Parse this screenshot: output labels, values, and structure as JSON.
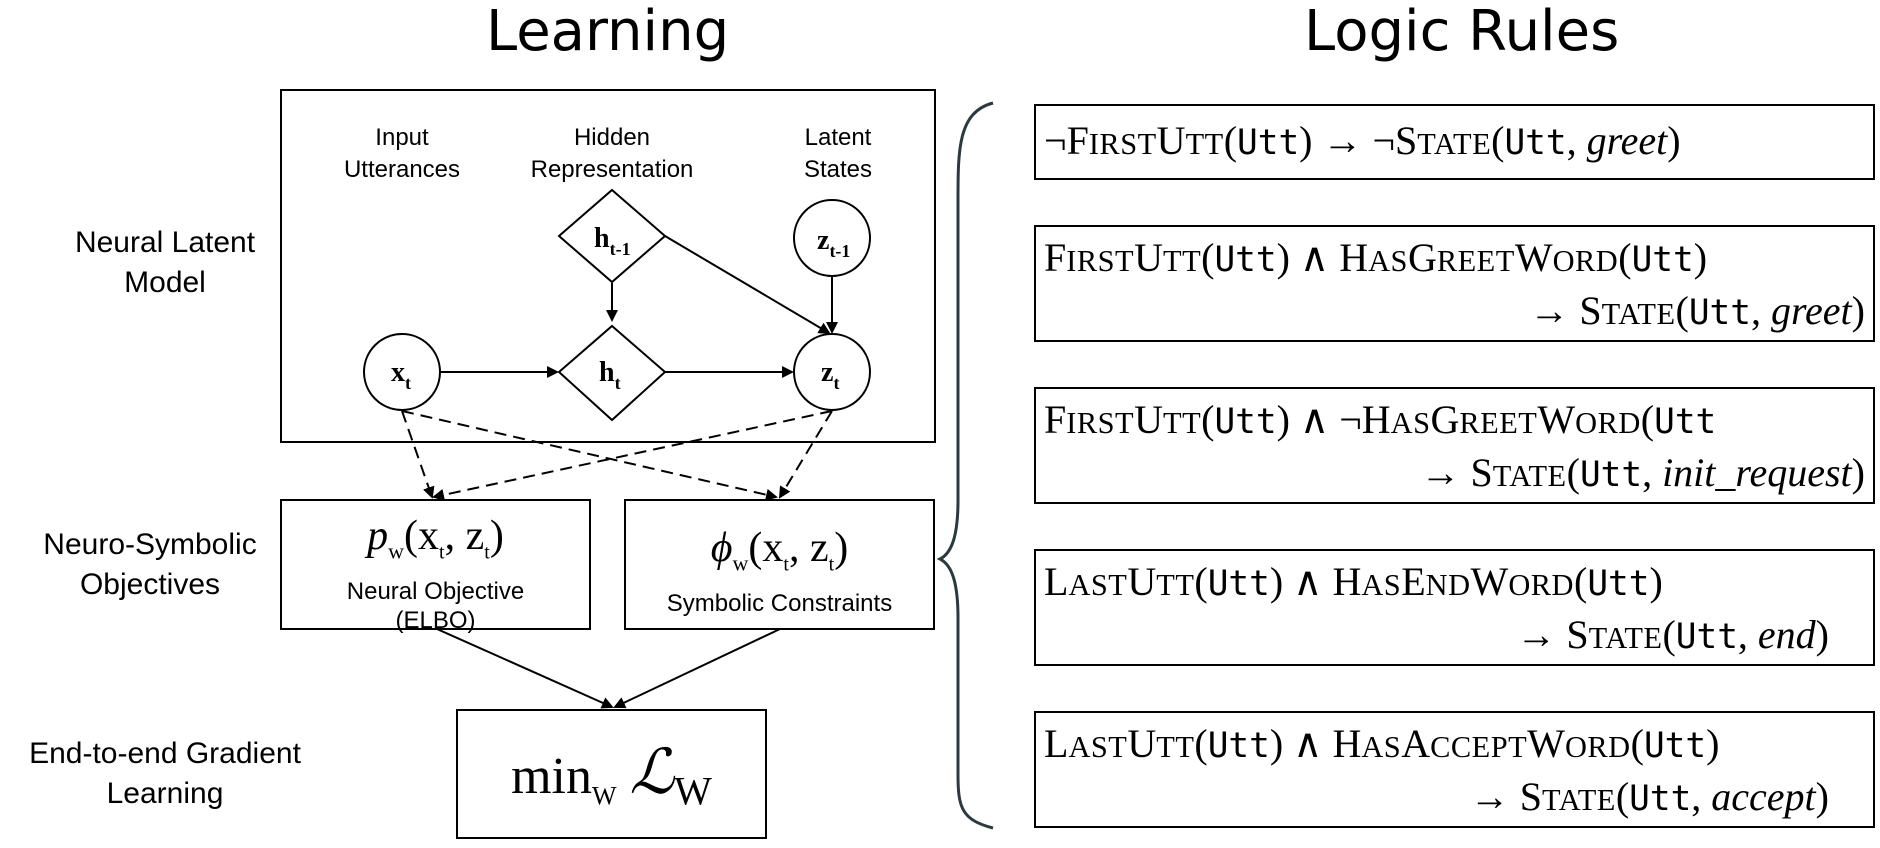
{
  "headers": {
    "learning": "Learning",
    "logic_rules": "Logic Rules"
  },
  "row_labels": {
    "neural_latent": [
      "Neural Latent",
      "Model"
    ],
    "neuro_symbolic": [
      "Neuro-Symbolic",
      "Objectives"
    ],
    "end_to_end": [
      "End-to-end Gradient",
      "Learning"
    ]
  },
  "columns": {
    "input": [
      "Input",
      "Utterances"
    ],
    "hidden": [
      "Hidden",
      "Representation"
    ],
    "latent": [
      "Latent",
      "States"
    ]
  },
  "nodes": {
    "h_prev": {
      "base": "h",
      "sub": "t-1"
    },
    "z_prev": {
      "base": "z",
      "sub": "t-1"
    },
    "x_t": {
      "base": "x",
      "sub": "t"
    },
    "h_t": {
      "base": "h",
      "sub": "t"
    },
    "z_t": {
      "base": "z",
      "sub": "t"
    }
  },
  "objectives": {
    "neural": {
      "func": "p",
      "sub": "w",
      "args": "(x",
      "t1": "t",
      "mid": ", z",
      "t2": "t",
      "close": ")",
      "caption": [
        "Neural Objective",
        "(ELBO)"
      ]
    },
    "symbolic": {
      "func": "ϕ",
      "sub": "w",
      "args": "(x",
      "t1": "t",
      "mid": ", z",
      "t2": "t",
      "close": ")",
      "caption": [
        "Symbolic Constraints"
      ]
    }
  },
  "loss": {
    "min": "min",
    "min_sub": "W",
    "symbol": "ℒ",
    "symbol_sub": "W"
  },
  "rules": [
    {
      "line1": [
        {
          "t": "¬"
        },
        {
          "t": "F",
          "c": "sc-big"
        },
        {
          "t": "IRST",
          "c": "sc-small"
        },
        {
          "t": "U",
          "c": "sc-big"
        },
        {
          "t": "TT",
          "c": "sc-small"
        },
        {
          "t": "("
        },
        {
          "t": "Utt",
          "c": "mono"
        },
        {
          "t": ") → ¬"
        },
        {
          "t": "S",
          "c": "sc-big"
        },
        {
          "t": "TATE",
          "c": "sc-small"
        },
        {
          "t": "("
        },
        {
          "t": "Utt",
          "c": "mono"
        },
        {
          "t": ", "
        },
        {
          "t": "greet",
          "c": "it"
        },
        {
          "t": ")"
        }
      ],
      "line2": []
    },
    {
      "line1": [
        {
          "t": "F",
          "c": "sc-big"
        },
        {
          "t": "IRST",
          "c": "sc-small"
        },
        {
          "t": "U",
          "c": "sc-big"
        },
        {
          "t": "TT",
          "c": "sc-small"
        },
        {
          "t": "("
        },
        {
          "t": "Utt",
          "c": "mono"
        },
        {
          "t": ") ∧ "
        },
        {
          "t": "H",
          "c": "sc-big"
        },
        {
          "t": "AS",
          "c": "sc-small"
        },
        {
          "t": "G",
          "c": "sc-big"
        },
        {
          "t": "REET",
          "c": "sc-small"
        },
        {
          "t": "W",
          "c": "sc-big"
        },
        {
          "t": "ORD",
          "c": "sc-small"
        },
        {
          "t": "("
        },
        {
          "t": "Utt",
          "c": "mono"
        },
        {
          "t": ")"
        }
      ],
      "line2": [
        {
          "t": "→ "
        },
        {
          "t": "S",
          "c": "sc-big"
        },
        {
          "t": "TATE",
          "c": "sc-small"
        },
        {
          "t": "("
        },
        {
          "t": "Utt",
          "c": "mono"
        },
        {
          "t": ", "
        },
        {
          "t": "greet",
          "c": "it"
        },
        {
          "t": ")"
        }
      ]
    },
    {
      "line1": [
        {
          "t": "F",
          "c": "sc-big"
        },
        {
          "t": "IRST",
          "c": "sc-small"
        },
        {
          "t": "U",
          "c": "sc-big"
        },
        {
          "t": "TT",
          "c": "sc-small"
        },
        {
          "t": "("
        },
        {
          "t": "Utt",
          "c": "mono"
        },
        {
          "t": ") ∧ ¬"
        },
        {
          "t": "H",
          "c": "sc-big"
        },
        {
          "t": "AS",
          "c": "sc-small"
        },
        {
          "t": "G",
          "c": "sc-big"
        },
        {
          "t": "REET",
          "c": "sc-small"
        },
        {
          "t": "W",
          "c": "sc-big"
        },
        {
          "t": "ORD",
          "c": "sc-small"
        },
        {
          "t": "("
        },
        {
          "t": "Utt",
          "c": "mono"
        }
      ],
      "line2": [
        {
          "t": "→ "
        },
        {
          "t": "S",
          "c": "sc-big"
        },
        {
          "t": "TATE",
          "c": "sc-small"
        },
        {
          "t": "("
        },
        {
          "t": "Utt",
          "c": "mono"
        },
        {
          "t": ", "
        },
        {
          "t": "init_request",
          "c": "it"
        },
        {
          "t": ")"
        }
      ]
    },
    {
      "line1": [
        {
          "t": "L",
          "c": "sc-big"
        },
        {
          "t": "AST",
          "c": "sc-small"
        },
        {
          "t": "U",
          "c": "sc-big"
        },
        {
          "t": "TT",
          "c": "sc-small"
        },
        {
          "t": "("
        },
        {
          "t": "Utt",
          "c": "mono"
        },
        {
          "t": ") ∧ "
        },
        {
          "t": "H",
          "c": "sc-big"
        },
        {
          "t": "AS",
          "c": "sc-small"
        },
        {
          "t": "E",
          "c": "sc-big"
        },
        {
          "t": "ND",
          "c": "sc-small"
        },
        {
          "t": "W",
          "c": "sc-big"
        },
        {
          "t": "ORD",
          "c": "sc-small"
        },
        {
          "t": "("
        },
        {
          "t": "Utt",
          "c": "mono"
        },
        {
          "t": ")"
        }
      ],
      "line2": [
        {
          "t": "→ "
        },
        {
          "t": "S",
          "c": "sc-big"
        },
        {
          "t": "TATE",
          "c": "sc-small"
        },
        {
          "t": "("
        },
        {
          "t": "Utt",
          "c": "mono"
        },
        {
          "t": ", "
        },
        {
          "t": "end",
          "c": "it"
        },
        {
          "t": ")"
        }
      ]
    },
    {
      "line1": [
        {
          "t": "L",
          "c": "sc-big"
        },
        {
          "t": "AST",
          "c": "sc-small"
        },
        {
          "t": "U",
          "c": "sc-big"
        },
        {
          "t": "TT",
          "c": "sc-small"
        },
        {
          "t": "("
        },
        {
          "t": "Utt",
          "c": "mono"
        },
        {
          "t": ") ∧ "
        },
        {
          "t": "H",
          "c": "sc-big"
        },
        {
          "t": "AS",
          "c": "sc-small"
        },
        {
          "t": "A",
          "c": "sc-big"
        },
        {
          "t": "CCEPT",
          "c": "sc-small"
        },
        {
          "t": "W",
          "c": "sc-big"
        },
        {
          "t": "ORD",
          "c": "sc-small"
        },
        {
          "t": "("
        },
        {
          "t": "Utt",
          "c": "mono"
        },
        {
          "t": ")"
        }
      ],
      "line2": [
        {
          "t": "→ "
        },
        {
          "t": "S",
          "c": "sc-big"
        },
        {
          "t": "TATE",
          "c": "sc-small"
        },
        {
          "t": "("
        },
        {
          "t": "Utt",
          "c": "mono"
        },
        {
          "t": ", "
        },
        {
          "t": "accept",
          "c": "it"
        },
        {
          "t": ")"
        }
      ]
    }
  ]
}
